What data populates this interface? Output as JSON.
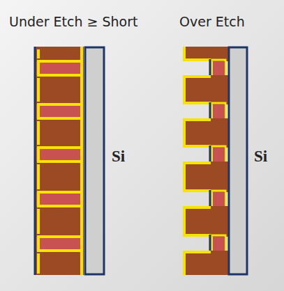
{
  "diagram": {
    "labels": [
      "Under Etch ≥ Short",
      "Over Etch",
      "Si",
      "Si"
    ]
  }
}
